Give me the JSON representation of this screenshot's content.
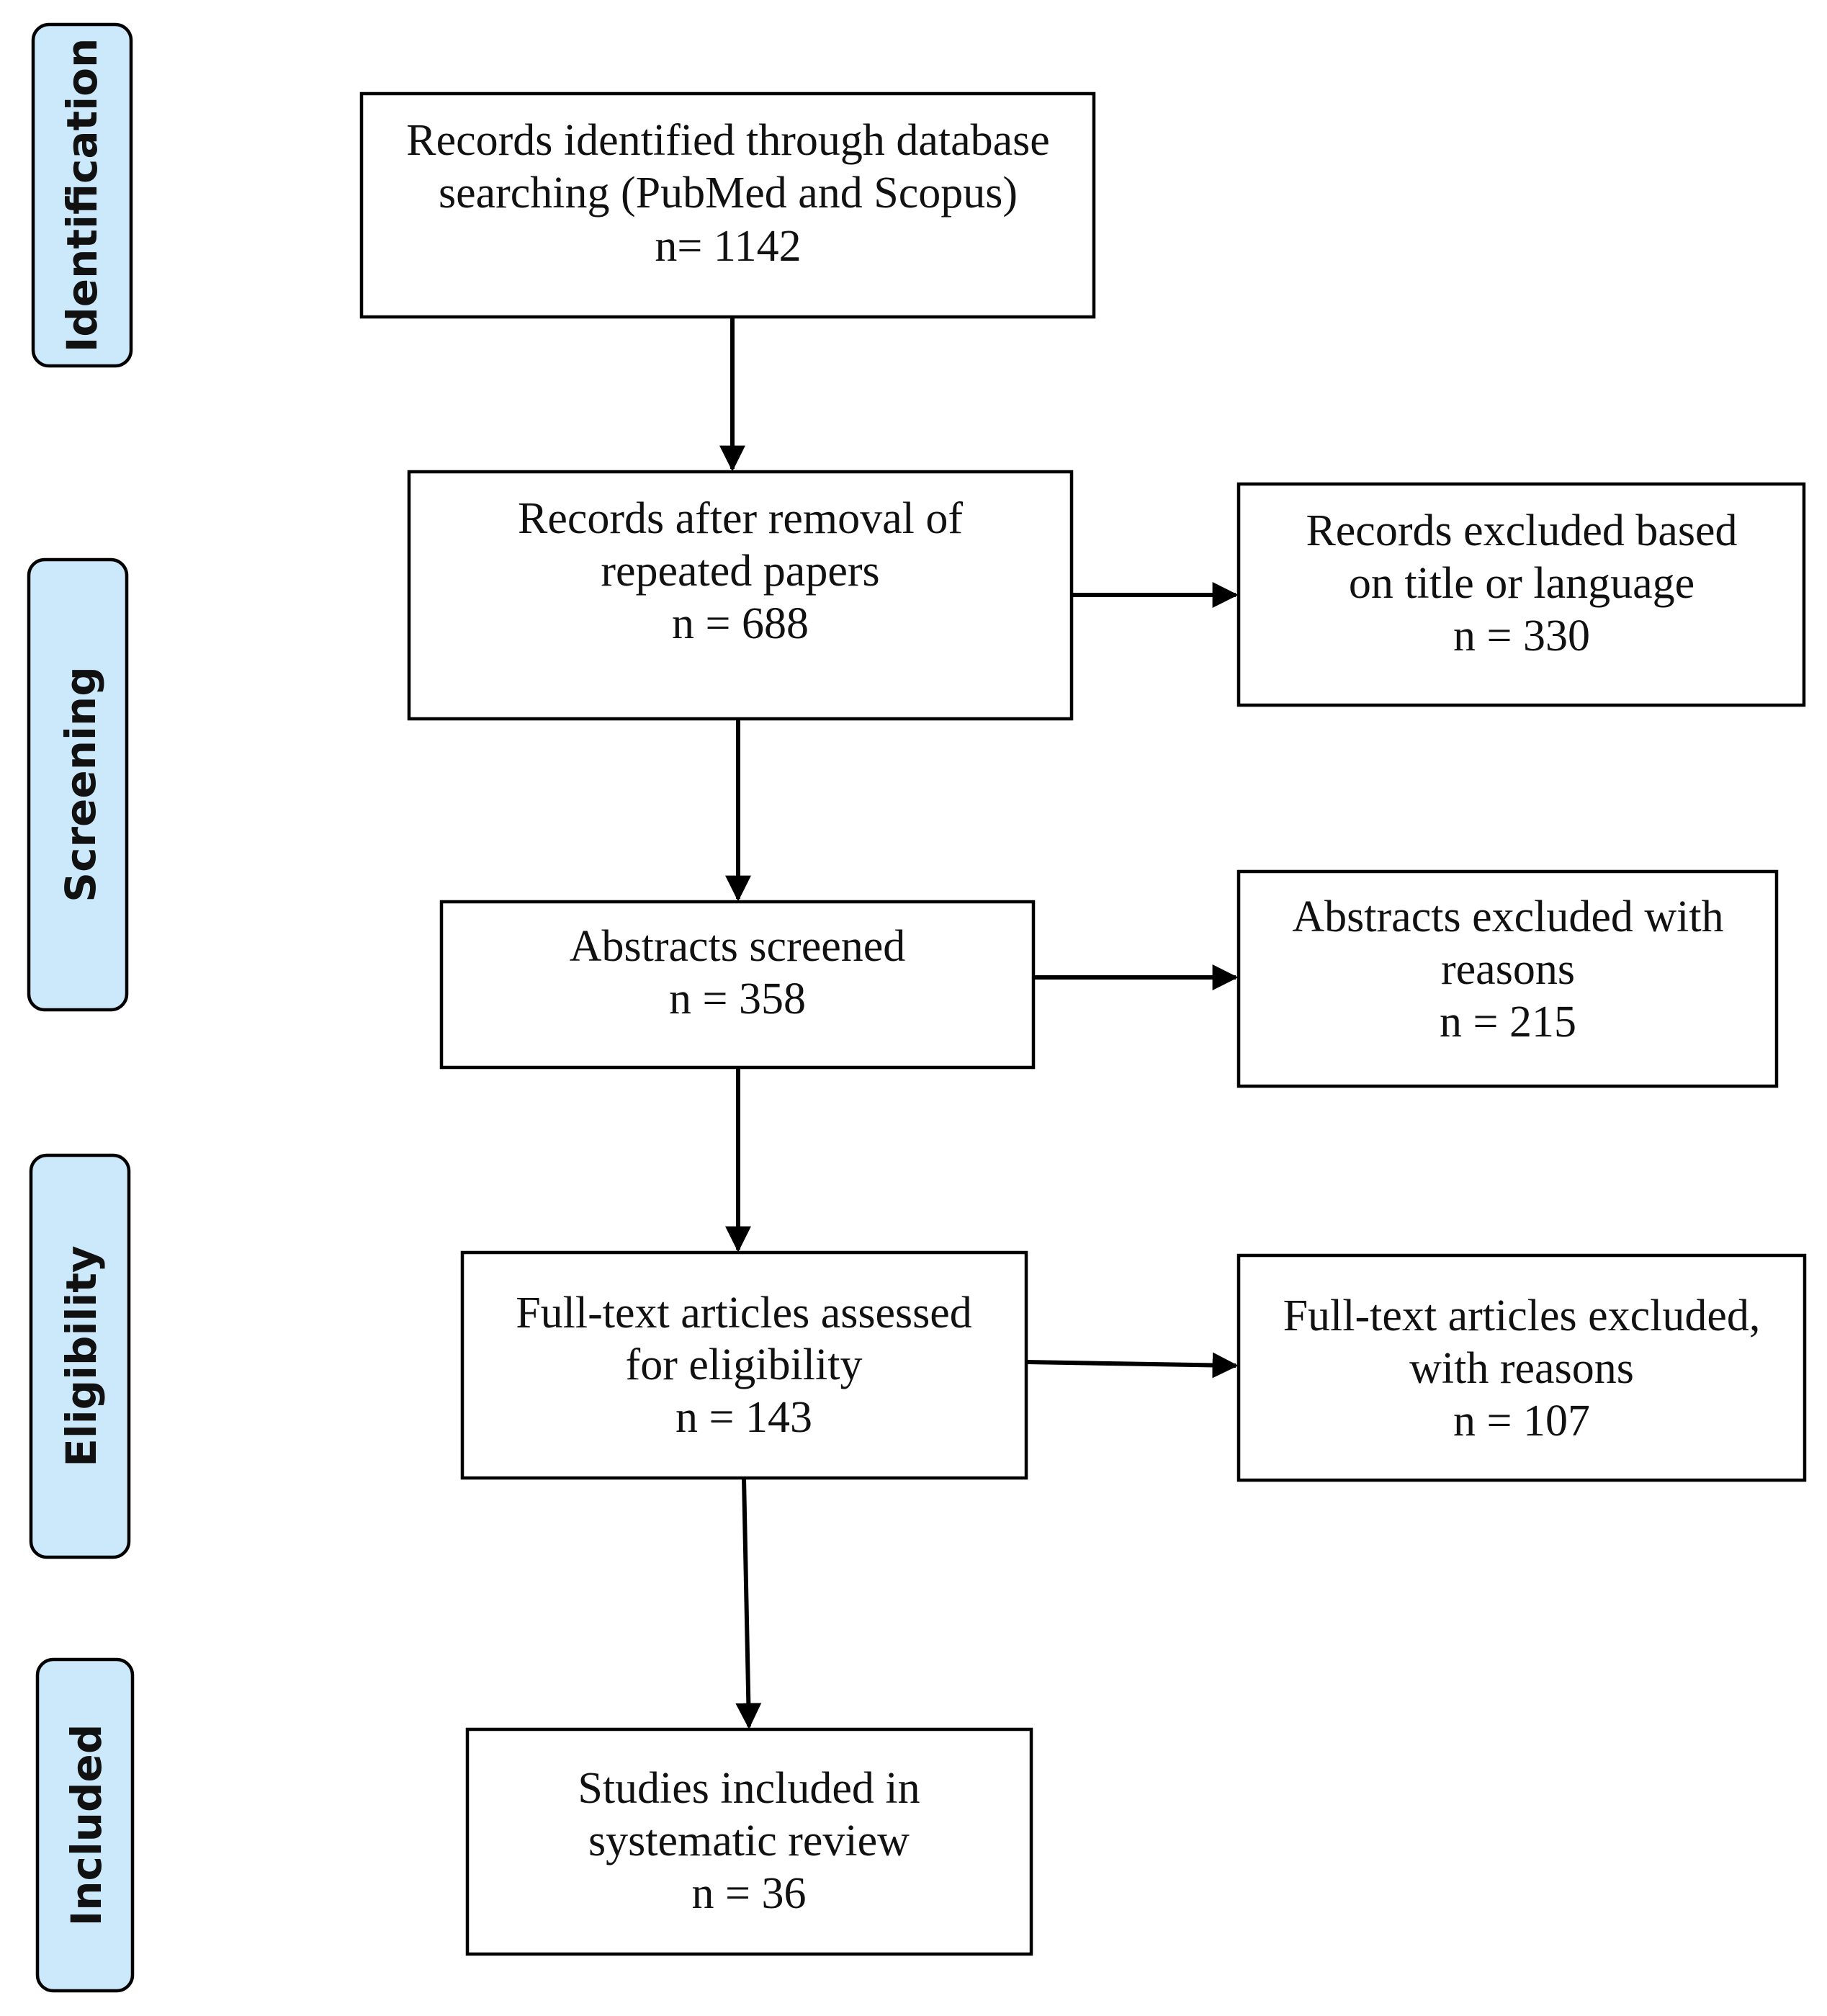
{
  "colors": {
    "stage_fill": "#cce9fb",
    "box_border": "#000000",
    "text": "#111111"
  },
  "stages": [
    {
      "label": "Identification"
    },
    {
      "label": "Screening"
    },
    {
      "label": "Eligibility"
    },
    {
      "label": "Included"
    }
  ],
  "boxes": {
    "identified": {
      "line1": "Records identified through database",
      "line2": "searching (PubMed and Scopus)",
      "count": "n= 1142"
    },
    "after_removal": {
      "line1": "Records after removal of",
      "line2": "repeated papers",
      "count": "n = 688"
    },
    "excluded_title": {
      "line1": "Records excluded based",
      "line2": "on title or language",
      "count": "n = 330"
    },
    "abstracts_screened": {
      "line1": "Abstracts screened",
      "count": "n = 358"
    },
    "abstracts_excluded": {
      "line1": "Abstracts excluded with",
      "line2": "reasons",
      "count": "n = 215"
    },
    "fulltext_assessed": {
      "line1": "Full-text articles assessed",
      "line2": "for eligibility",
      "count": "n = 143"
    },
    "fulltext_excluded": {
      "line1": "Full-text articles excluded,",
      "line2": "with reasons",
      "count": "n = 107"
    },
    "included": {
      "line1": "Studies included in",
      "line2": "systematic review",
      "count": "n = 36"
    }
  }
}
